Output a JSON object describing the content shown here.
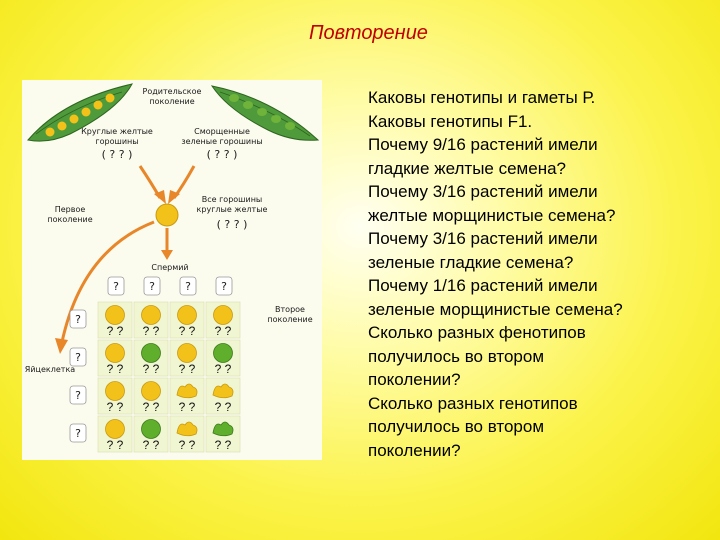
{
  "slide": {
    "title": "Повторение"
  },
  "figure": {
    "parent_label": [
      "Родительское",
      "поколение"
    ],
    "left_pod_label": [
      "Круглые желтые",
      "горошины"
    ],
    "right_pod_label": [
      "Сморщенные",
      "зеленые горошины"
    ],
    "left_pod_genotype": "( ? ? )",
    "right_pod_genotype": "( ? ? )",
    "first_gen_label": [
      "Первое",
      "поколение"
    ],
    "f1_label": [
      "Все горошины",
      "круглые желтые"
    ],
    "f1_genotype": "( ? ? )",
    "sperm_label": "Спермий",
    "egg_label": "Яйцеклетка",
    "second_gen_label": [
      "Второе",
      "поколение"
    ],
    "gamete_mark": "?",
    "cell_mark": "? ?",
    "grid": [
      [
        "round-yellow",
        "round-yellow",
        "round-yellow",
        "round-yellow"
      ],
      [
        "round-yellow",
        "round-green",
        "round-yellow",
        "round-green"
      ],
      [
        "round-yellow",
        "round-yellow",
        "wrinkled-yellow",
        "wrinkled-yellow"
      ],
      [
        "round-yellow",
        "round-green",
        "wrinkled-yellow",
        "wrinkled-green"
      ]
    ],
    "colors": {
      "pea_yellow": "#f2c21a",
      "pea_green": "#5fae2c",
      "arrow": "#e8862a",
      "cell_bg": "#f1f6d2",
      "pod": "#4f9a3a"
    }
  },
  "questions": [
    "Каковы генотипы и гаметы Р.",
    "Каковы генотипы F1.",
    "Почему 9/16 растений имели",
    "гладкие желтые семена?",
    "Почему 3/16 растений имели",
    "желтые морщинистые семена?",
    "Почему 3/16 растений имели",
    "зеленые гладкие семена?",
    "Почему 1/16 растений имели",
    "зеленые морщинистые семена?",
    "Сколько разных фенотипов",
    "получилось во втором",
    "поколении?",
    "Сколько разных генотипов",
    "получилось во втором",
    "поколении?"
  ]
}
